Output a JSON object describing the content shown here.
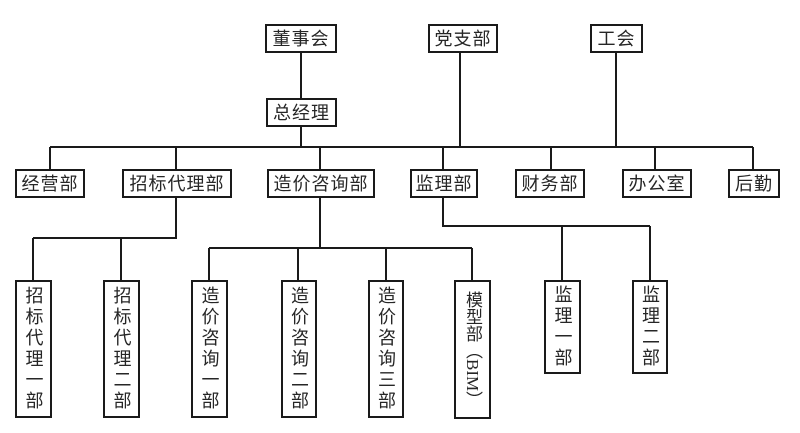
{
  "chart_type": "org-chart",
  "line_color": "#1a1a1a",
  "background_color": "#ffffff",
  "nodes": {
    "board": {
      "label": "董事会"
    },
    "party": {
      "label": "党支部"
    },
    "union": {
      "label": "工会"
    },
    "gm": {
      "label": "总经理"
    },
    "operations": {
      "label": "经营部"
    },
    "bidding": {
      "label": "招标代理部"
    },
    "cost": {
      "label": "造价咨询部"
    },
    "supervision": {
      "label": "监理部"
    },
    "finance": {
      "label": "财务部"
    },
    "office": {
      "label": "办公室"
    },
    "logistics": {
      "label": "后勤"
    },
    "bidding1": {
      "label": "招标代理一部"
    },
    "bidding2": {
      "label": "招标代理二部"
    },
    "cost1": {
      "label": "造价咨询一部"
    },
    "cost2": {
      "label": "造价咨询二部"
    },
    "cost3": {
      "label": "造价咨询三部"
    },
    "bim": {
      "label": "模型部（BIM）"
    },
    "sup1": {
      "label": "监理一部"
    },
    "sup2": {
      "label": "监理二部"
    }
  },
  "hierarchy": {
    "董事会": [
      "总经理"
    ],
    "总经理": [
      "经营部",
      "招标代理部",
      "造价咨询部",
      "监理部",
      "财务部",
      "办公室",
      "后勤"
    ],
    "党支部": [
      "总经理下属横线"
    ],
    "工会": [
      "总经理下属横线"
    ],
    "招标代理部": [
      "招标代理一部",
      "招标代理二部"
    ],
    "造价咨询部": [
      "造价咨询一部",
      "造价咨询二部",
      "造价咨询三部",
      "模型部（BIM）"
    ],
    "监理部": [
      "监理一部",
      "监理二部"
    ]
  }
}
